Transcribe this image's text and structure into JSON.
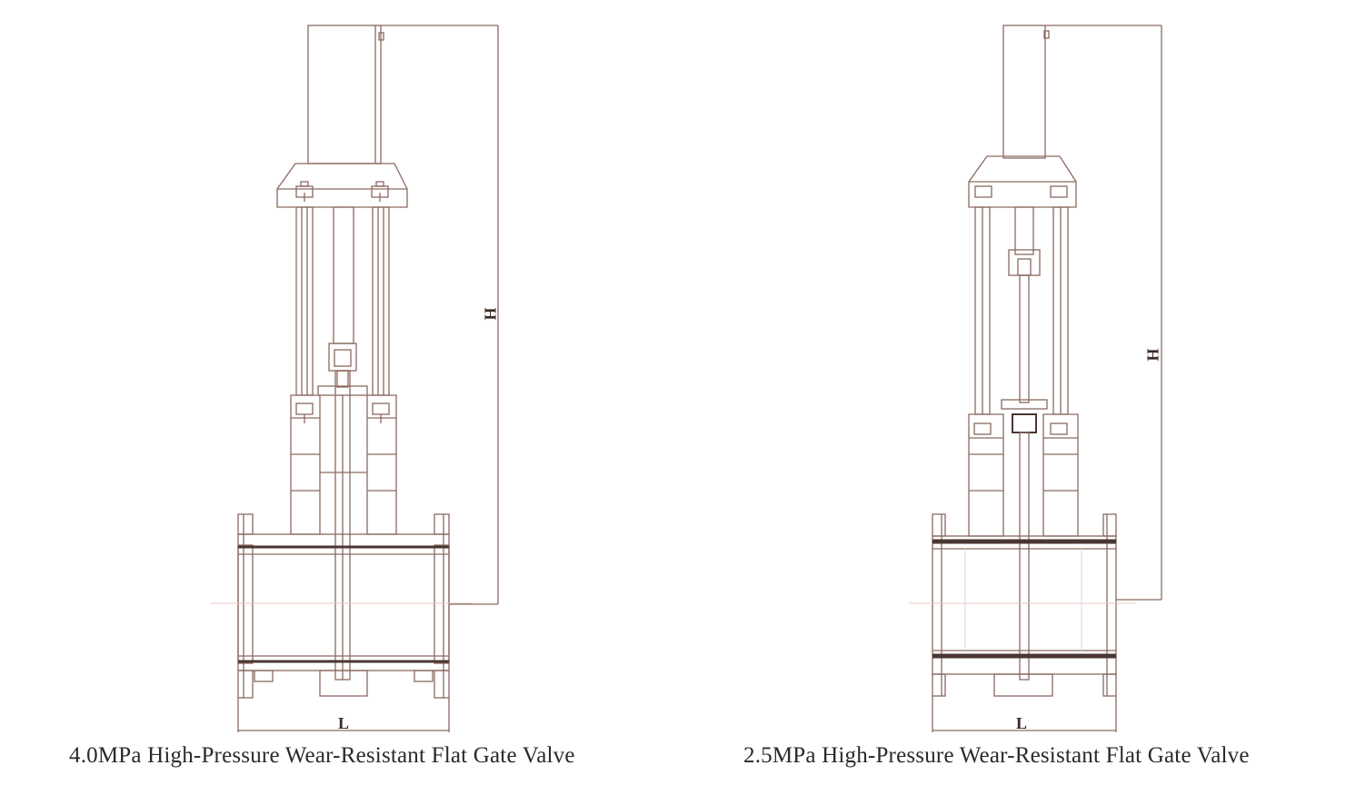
{
  "colors": {
    "line": "#8a6a60",
    "dark": "#4a3632",
    "accent": "#e8c8c0",
    "background": "#ffffff"
  },
  "figures": [
    {
      "caption": "4.0MPa High-Pressure Wear-Resistant Flat Gate Valve",
      "height_label": "H",
      "length_label": "L"
    },
    {
      "caption": "2.5MPa High-Pressure Wear-Resistant Flat Gate Valve",
      "height_label": "H",
      "length_label": "L"
    }
  ]
}
